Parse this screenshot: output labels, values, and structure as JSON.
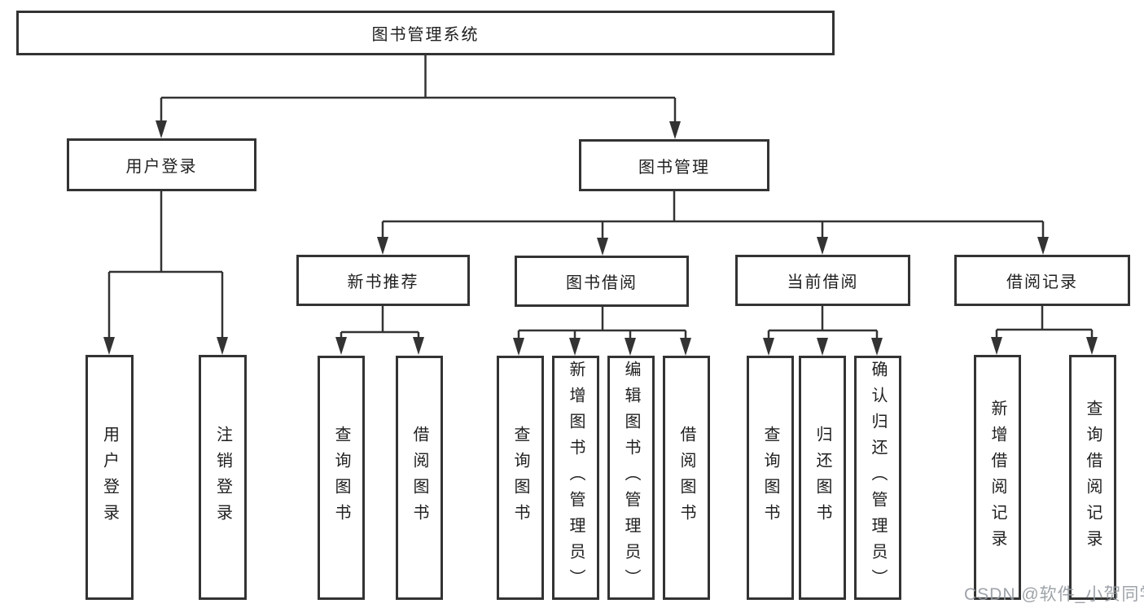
{
  "diagram": {
    "root": {
      "label": "图书管理系统"
    },
    "branches": [
      {
        "label": "用户登录",
        "children": [
          {
            "label": "用户登录"
          },
          {
            "label": "注销登录"
          }
        ]
      },
      {
        "label": "图书管理",
        "children": [
          {
            "label": "新书推荐",
            "children": [
              {
                "label": "查询图书"
              },
              {
                "label": "借阅图书"
              }
            ]
          },
          {
            "label": "图书借阅",
            "children": [
              {
                "label": "查询图书"
              },
              {
                "label": "新增图书（管理员）"
              },
              {
                "label": "编辑图书（管理员）"
              },
              {
                "label": "借阅图书"
              }
            ]
          },
          {
            "label": "当前借阅",
            "children": [
              {
                "label": "查询图书"
              },
              {
                "label": "归还图书"
              },
              {
                "label": "确认归还（管理员）"
              }
            ]
          },
          {
            "label": "借阅记录",
            "children": [
              {
                "label": "新增借阅记录"
              },
              {
                "label": "查询借阅记录"
              }
            ]
          }
        ]
      }
    ]
  },
  "watermark": {
    "text": "CSDN @软件_小贺同学"
  },
  "colors": {
    "line": "#333333",
    "border": "#333333",
    "text": "#1f1f1f",
    "watermark": "#9499a0",
    "background": "#ffffff"
  }
}
